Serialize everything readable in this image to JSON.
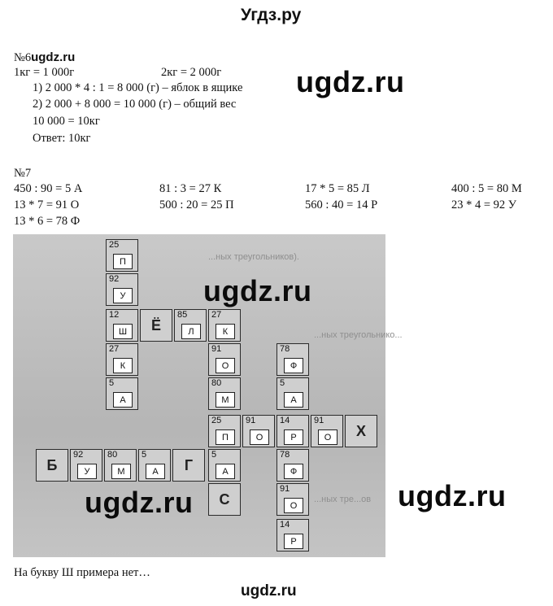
{
  "site_title": "Угдз.ру",
  "task6": {
    "number": "№6",
    "source": "ugdz.ru",
    "fact1": "1кг = 1 000г",
    "fact2": "2кг = 2 000г",
    "step1": "1)  2 000 * 4 : 1 = 8 000 (г) – яблок в ящике",
    "step2": "2)  2 000 + 8 000 = 10 000 (г) – общий вес",
    "conv": "10 000 = 10кг",
    "answer": "Ответ: 10кг"
  },
  "task7": {
    "number": "№7",
    "equations": [
      "450 : 90 = 5 А",
      "81 : 3 = 27 К",
      "17 * 5 = 85 Л",
      "400 : 5 = 80 М",
      "13 * 7 = 91 О",
      "500 : 20 = 25 П",
      "560 : 40 = 14 Р",
      "23 * 4 = 92 У",
      "13 * 6 = 78 Ф"
    ],
    "note": "На букву Ш примера нет…"
  },
  "puzzle": {
    "ghost_text": [
      "...ных треугольников).",
      "...ных треугольнико...",
      "...ных тре...ов"
    ],
    "cells": [
      {
        "num": "25",
        "letter": "П",
        "kind": "box"
      },
      {
        "num": "92",
        "letter": "У",
        "kind": "box"
      },
      {
        "num": "12",
        "letter": "Ш",
        "kind": "box"
      },
      {
        "num": "",
        "letter": "Ё",
        "kind": "big"
      },
      {
        "num": "85",
        "letter": "Л",
        "kind": "box"
      },
      {
        "num": "27",
        "letter": "К",
        "kind": "box"
      },
      {
        "num": "27",
        "letter": "К",
        "kind": "box"
      },
      {
        "num": "5",
        "letter": "А",
        "kind": "box"
      },
      {
        "num": "91",
        "letter": "О",
        "kind": "box"
      },
      {
        "num": "80",
        "letter": "М",
        "kind": "box"
      },
      {
        "num": "25",
        "letter": "П",
        "kind": "box"
      },
      {
        "num": "91",
        "letter": "О",
        "kind": "box"
      },
      {
        "num": "14",
        "letter": "Р",
        "kind": "box"
      },
      {
        "num": "91",
        "letter": "О",
        "kind": "box"
      },
      {
        "num": "",
        "letter": "Х",
        "kind": "big"
      },
      {
        "num": "5",
        "letter": "А",
        "kind": "box"
      },
      {
        "num": "",
        "letter": "С",
        "kind": "big"
      },
      {
        "num": "78",
        "letter": "Ф",
        "kind": "box"
      },
      {
        "num": "5",
        "letter": "А",
        "kind": "box"
      },
      {
        "num": "78",
        "letter": "Ф",
        "kind": "box"
      },
      {
        "num": "91",
        "letter": "О",
        "kind": "box"
      },
      {
        "num": "14",
        "letter": "Р",
        "kind": "box"
      },
      {
        "num": "",
        "letter": "Б",
        "kind": "big"
      },
      {
        "num": "92",
        "letter": "У",
        "kind": "box"
      },
      {
        "num": "80",
        "letter": "М",
        "kind": "box"
      },
      {
        "num": "5",
        "letter": "А",
        "kind": "box"
      },
      {
        "num": "",
        "letter": "Г",
        "kind": "big"
      }
    ]
  },
  "watermarks": [
    "ugdz.ru",
    "ugdz.ru",
    "ugdz.ru",
    "ugdz.ru"
  ],
  "footer": "ugdz.ru"
}
